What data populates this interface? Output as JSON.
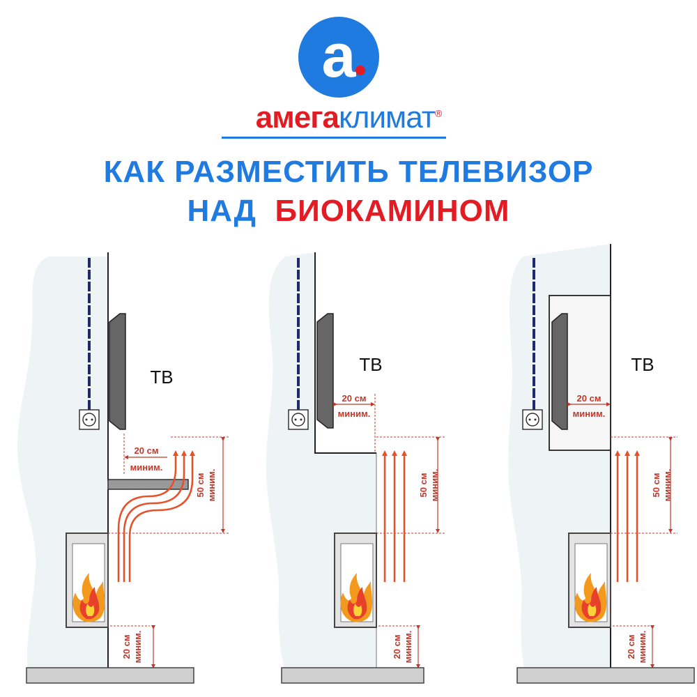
{
  "logo": {
    "letter": "a"
  },
  "brand": {
    "part1": "амега",
    "part2": "климат",
    "reg": "®"
  },
  "title": {
    "line1": "КАК РАЗМЕСТИТЬ ТЕЛЕВИЗОР",
    "line2_a": "НАД",
    "line2_b": "БИОКАМИНОМ"
  },
  "panels": [
    {
      "tv": "ТВ",
      "gap": "20 см",
      "gap_min": "миним.",
      "height": "50 см",
      "height_min": "миним.",
      "floor": "20 см",
      "floor_min": "миним."
    },
    {
      "tv": "ТВ",
      "gap": "20 см",
      "gap_min": "миним.",
      "height": "50 см",
      "height_min": "миним.",
      "floor": "20 см",
      "floor_min": "миним."
    },
    {
      "tv": "ТВ",
      "gap": "20 см",
      "gap_min": "миним.",
      "height": "50 см",
      "height_min": "миним.",
      "floor": "20 см",
      "floor_min": "миним."
    }
  ],
  "colors": {
    "blue": "#1f7be0",
    "red": "#e31b23",
    "dimension": "#c0392b",
    "heat": "#e8502a"
  }
}
